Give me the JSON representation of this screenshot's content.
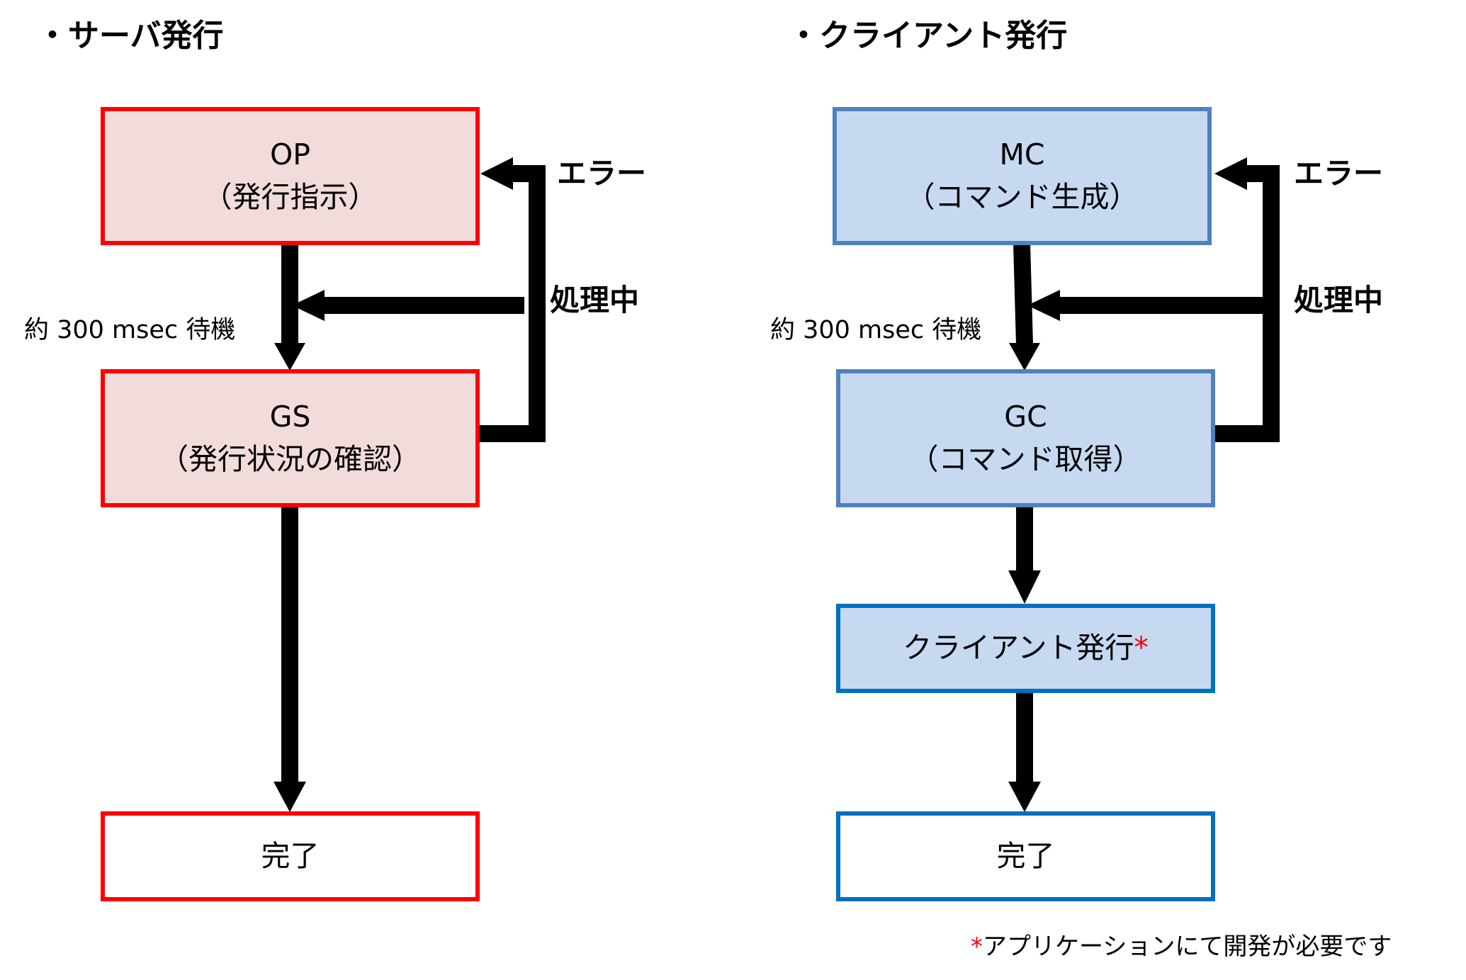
{
  "server": {
    "heading": "・サーバ発行",
    "op": {
      "code": "OP",
      "desc": "（発行指示）"
    },
    "gs": {
      "code": "GS",
      "desc": "（発行状況の確認）"
    },
    "done": "完了",
    "error_label": "エラー",
    "processing_label": "処理中",
    "wait_label": "約 300 msec 待機"
  },
  "client": {
    "heading": "・クライアント発行",
    "mc": {
      "code": "MC",
      "desc": "（コマンド生成）"
    },
    "gc": {
      "code": "GC",
      "desc": "（コマンド取得）"
    },
    "issue": {
      "label": "クライアント発行",
      "mark": "*"
    },
    "done": "完了",
    "error_label": "エラー",
    "processing_label": "処理中",
    "wait_label": "約 300 msec 待機"
  },
  "footnote": {
    "mark": "*",
    "text": "アプリケーションにて開発が必要です"
  },
  "colors": {
    "server_border": "#ff0000",
    "server_fill": "#f2dcdb",
    "client_border_top": "#4f81bd",
    "client_border_bottom": "#0070c0",
    "client_fill": "#c6d9f1",
    "arrow": "#000000",
    "footnote_mark": "#ff0000"
  }
}
